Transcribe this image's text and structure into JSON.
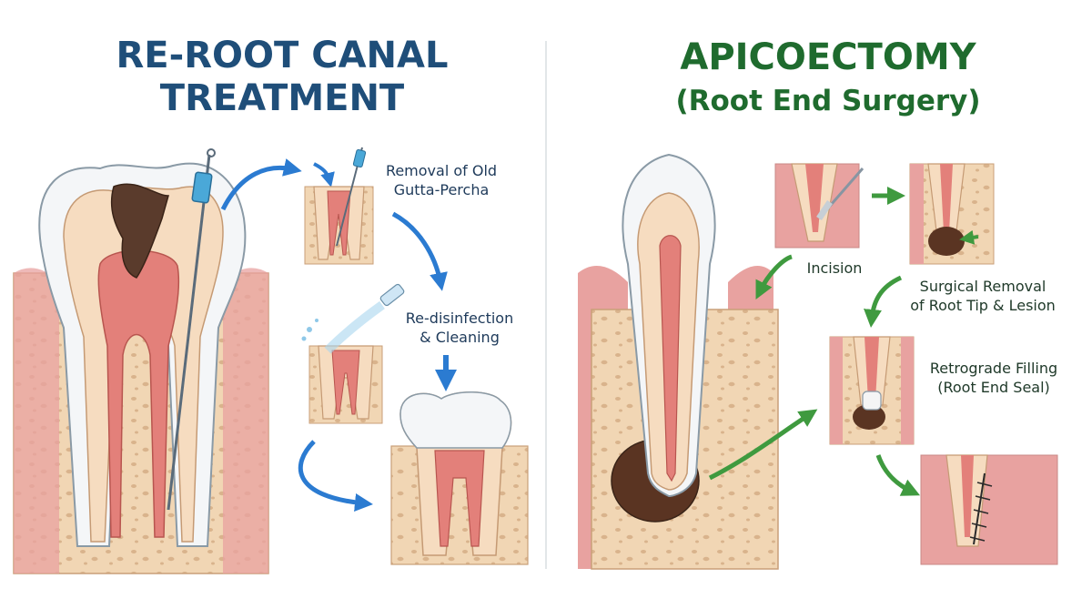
{
  "left_panel": {
    "title_line1": "RE-ROOT CANAL",
    "title_line2": "TREATMENT",
    "steps": [
      {
        "label_line1": "Removal of Old",
        "label_line2": "Gutta-Percha"
      },
      {
        "label_line1": "Re-disinfection",
        "label_line2": "& Cleaning"
      }
    ],
    "accent_color": "#2b7bd1"
  },
  "right_panel": {
    "title_line1": "APICOECTOMY",
    "title_line2": "(Root End Surgery)",
    "steps": [
      {
        "label_line1": "Incision",
        "label_line2": ""
      },
      {
        "label_line1": "Surgical Removal",
        "label_line2": "of Root Tip & Lesion"
      },
      {
        "label_line1": "Retrograde Filling",
        "label_line2": "(Root End Seal)"
      }
    ],
    "accent_color": "#3f9a3f"
  },
  "colors": {
    "bone": "#f1d6b4",
    "gum": "#e8a2a0",
    "enamel": "#f4f6f8",
    "dentin": "#f6dcc0",
    "pulp": "#e3807a",
    "lesion": "#5a3422"
  }
}
